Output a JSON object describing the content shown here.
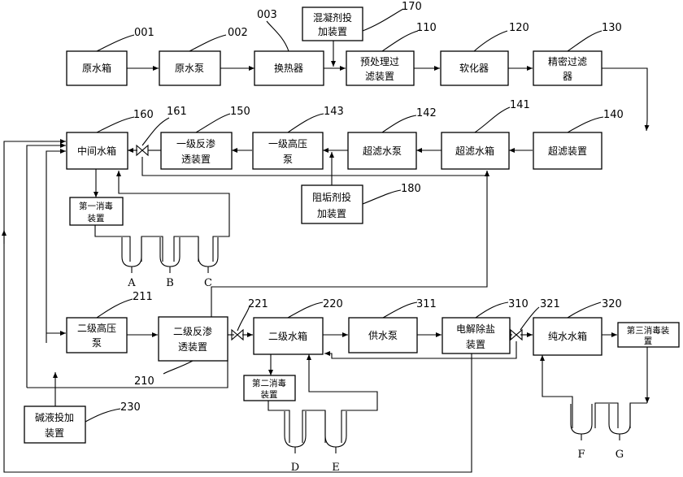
{
  "boxes": {
    "raw_tank": [
      "原水箱"
    ],
    "raw_pump": [
      "原水泵"
    ],
    "heat_exchanger": [
      "换热器"
    ],
    "coagulant": [
      "混凝剂投",
      "加装置"
    ],
    "pretreat_filter": [
      "预处理过",
      "滤装置"
    ],
    "softener": [
      "软化器"
    ],
    "precision_filter": [
      "精密过滤",
      "器"
    ],
    "intermediate_tank": [
      "中间水箱"
    ],
    "ro1": [
      "一级反渗",
      "透装置"
    ],
    "hp_pump1": [
      "一级高压",
      "泵"
    ],
    "uf_pump": [
      "超滤水泵"
    ],
    "uf_tank": [
      "超滤水箱"
    ],
    "uf_device": [
      "超滤装置"
    ],
    "antiscalant": [
      "阻垢剂投",
      "加装置"
    ],
    "disinfect1": [
      "第一消毒",
      "装置"
    ],
    "hp_pump2": [
      "二级高压",
      "泵"
    ],
    "ro2": [
      "二级反渗",
      "透装置"
    ],
    "tank2": [
      "二级水箱"
    ],
    "supply_pump": [
      "供水泵"
    ],
    "edi": [
      "电解除盐",
      "装置"
    ],
    "pure_tank": [
      "纯水水箱"
    ],
    "disinfect3": [
      "第三消毒装",
      "置"
    ],
    "disinfect2": [
      "第二消毒",
      "装置"
    ],
    "alkali": [
      "碱液投加",
      "装置"
    ]
  },
  "numbers": {
    "raw_tank": "001",
    "raw_pump": "002",
    "heat_exchanger": "003",
    "coagulant": "170",
    "pretreat_filter": "110",
    "softener": "120",
    "precision_filter": "130",
    "intermediate_tank": "160",
    "valve161": "161",
    "ro1": "150",
    "hp_pump1": "143",
    "uf_pump": "142",
    "uf_tank": "141",
    "uf_device": "140",
    "antiscalant": "180",
    "hp_pump2": "211",
    "ro2": "210",
    "valve221": "221",
    "tank2": "220",
    "supply_pump": "311",
    "edi": "310",
    "pure_tank": "321",
    "disinfect3": "320",
    "alkali": "230"
  },
  "points": [
    "A",
    "B",
    "C",
    "D",
    "E",
    "F",
    "G"
  ]
}
